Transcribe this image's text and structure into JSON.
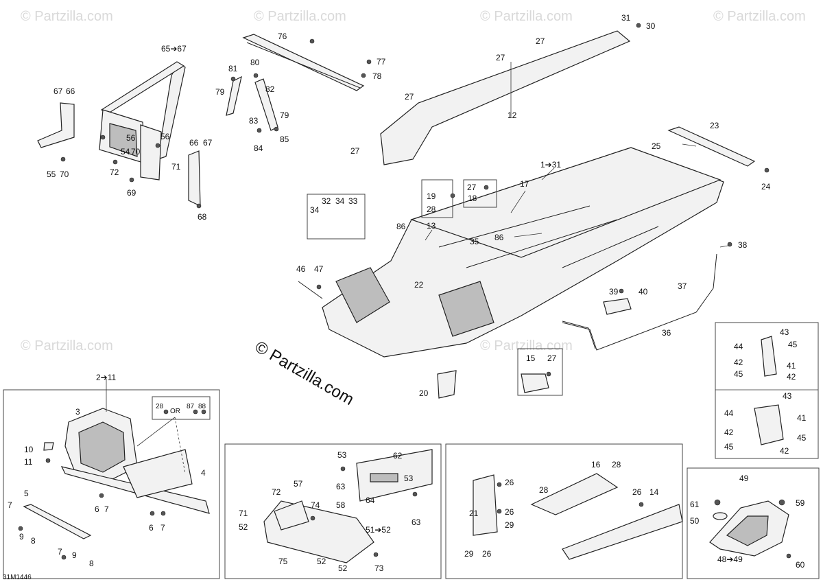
{
  "watermark": {
    "brand": "© Partzilla.com",
    "main": "© Partzilla.com"
  },
  "diagram_code": "31M1446",
  "callouts": {
    "c65_67": "65➔67",
    "c67a": "67",
    "c66a": "66",
    "c56a": "56",
    "c56b": "56",
    "c54": "54",
    "c70a": "70",
    "c72": "72",
    "c55": "55",
    "c70b": "70",
    "c69": "69",
    "c71a": "71",
    "c66b": "66",
    "c67b": "67",
    "c68": "68",
    "c76": "76",
    "c77": "77",
    "c78": "78",
    "c80": "80",
    "c81": "81",
    "c82": "82",
    "c79a": "79",
    "c79b": "79",
    "c83": "83",
    "c84": "84",
    "c85": "85",
    "c31": "31",
    "c30": "30",
    "c27a": "27",
    "c27b": "27",
    "c27c": "27",
    "c27d": "27",
    "c12": "12",
    "c23": "23",
    "c25": "25",
    "c24": "24",
    "c1_31": "1➔31",
    "c17": "17",
    "c19": "19",
    "c28a": "28",
    "c27e": "27",
    "c18": "18",
    "c32": "32",
    "c34a": "34",
    "c33": "33",
    "c34b": "34",
    "c86a": "86",
    "c13": "13",
    "c86b": "86",
    "c35": "35",
    "c22": "22",
    "c46": "46",
    "c47": "47",
    "c38": "38",
    "c37": "37",
    "c36": "36",
    "c39": "39",
    "c40": "40",
    "c15": "15",
    "c27f": "27",
    "c20": "20",
    "c43a": "43",
    "c44a": "44",
    "c45a": "45",
    "c42a": "42",
    "c41a": "41",
    "c45b": "45",
    "c42b": "42",
    "c43b": "43",
    "c44b": "44",
    "c41b": "41",
    "c42c": "42",
    "c45c": "45",
    "c45d": "45",
    "c42d": "42",
    "c2_11": "2➔11",
    "c3": "3",
    "c28b": "28",
    "cOR": "OR",
    "c87": "87",
    "c88": "88",
    "c10": "10",
    "c11": "11",
    "c4": "4",
    "c6a": "6",
    "c7a": "7",
    "c6b": "6",
    "c7b": "7",
    "c5": "5",
    "c7c": "7",
    "c9a": "9",
    "c8a": "8",
    "c7d": "7",
    "c9b": "9",
    "c8b": "8",
    "c53a": "53",
    "c62": "62",
    "c53b": "53",
    "c63a": "63",
    "c64": "64",
    "c63b": "63",
    "c57": "57",
    "c72b": "72",
    "c74": "74",
    "c58": "58",
    "c71b": "71",
    "c52a": "52",
    "c51_52": "51➔52",
    "c75": "75",
    "c52b": "52",
    "c52c": "52",
    "c73": "73",
    "c16": "16",
    "c28c": "28",
    "c28d": "28",
    "c26a": "26",
    "c26b": "26",
    "c14": "14",
    "c21": "21",
    "c26c": "26",
    "c29a": "29",
    "c29b": "29",
    "c26d": "26",
    "c49": "49",
    "c61": "61",
    "c59": "59",
    "c50": "50",
    "c48_49": "48➔49",
    "c60": "60"
  }
}
